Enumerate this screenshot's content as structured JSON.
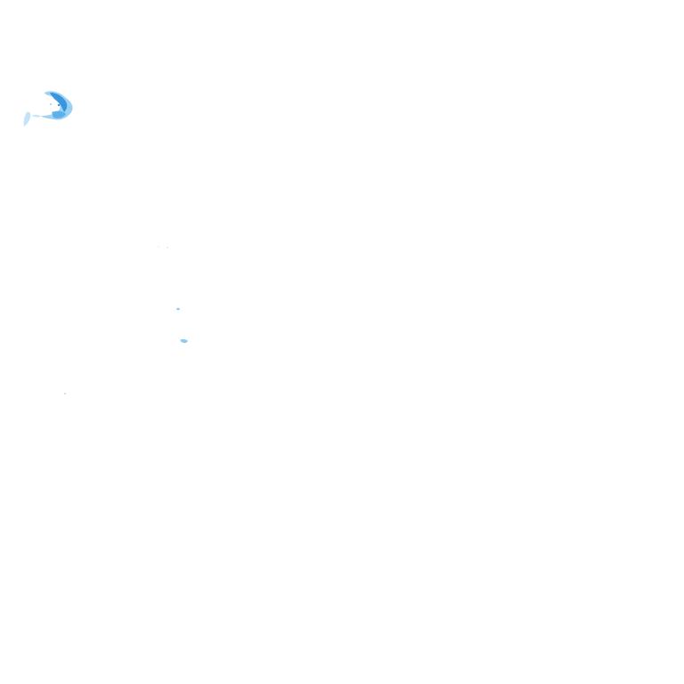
{
  "map": {
    "background_color": "#ffffff",
    "palette": {
      "light": "#bfe3fb",
      "medium": "#8ccaf3",
      "strong": "#56adea",
      "intense": "#2f8fdc"
    },
    "marks": [
      {
        "kind": "main-cluster",
        "intensity": "intense"
      },
      {
        "kind": "fragment-west",
        "intensity": "light"
      },
      {
        "kind": "speck",
        "intensity": "light"
      },
      {
        "kind": "speck",
        "intensity": "medium"
      },
      {
        "kind": "speck",
        "intensity": "light"
      },
      {
        "kind": "speck",
        "intensity": "light"
      }
    ]
  }
}
